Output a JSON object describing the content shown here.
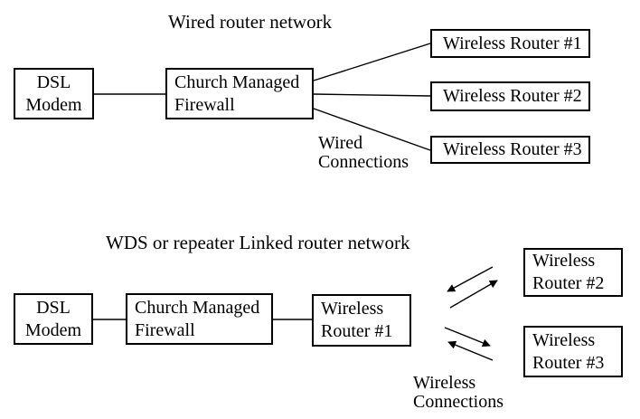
{
  "colors": {
    "background": "#ffffff",
    "ink": "#000000"
  },
  "top_diagram": {
    "title": "Wired router network",
    "nodes": {
      "dsl_modem": "DSL\nModem",
      "firewall": "Church Managed\nFirewall",
      "router1": "Wireless Router #1",
      "router2": "Wireless Router #2",
      "router3": "Wireless Router #3"
    },
    "connection_label": "Wired\nConnections"
  },
  "bottom_diagram": {
    "title": "WDS or repeater Linked router network",
    "nodes": {
      "dsl_modem": "DSL\nModem",
      "firewall": "Church Managed\nFirewall",
      "router1": "Wireless\nRouter #1",
      "router2": "Wireless\nRouter #2",
      "router3": "Wireless\nRouter #3"
    },
    "connection_label": "Wireless\nConnections"
  }
}
